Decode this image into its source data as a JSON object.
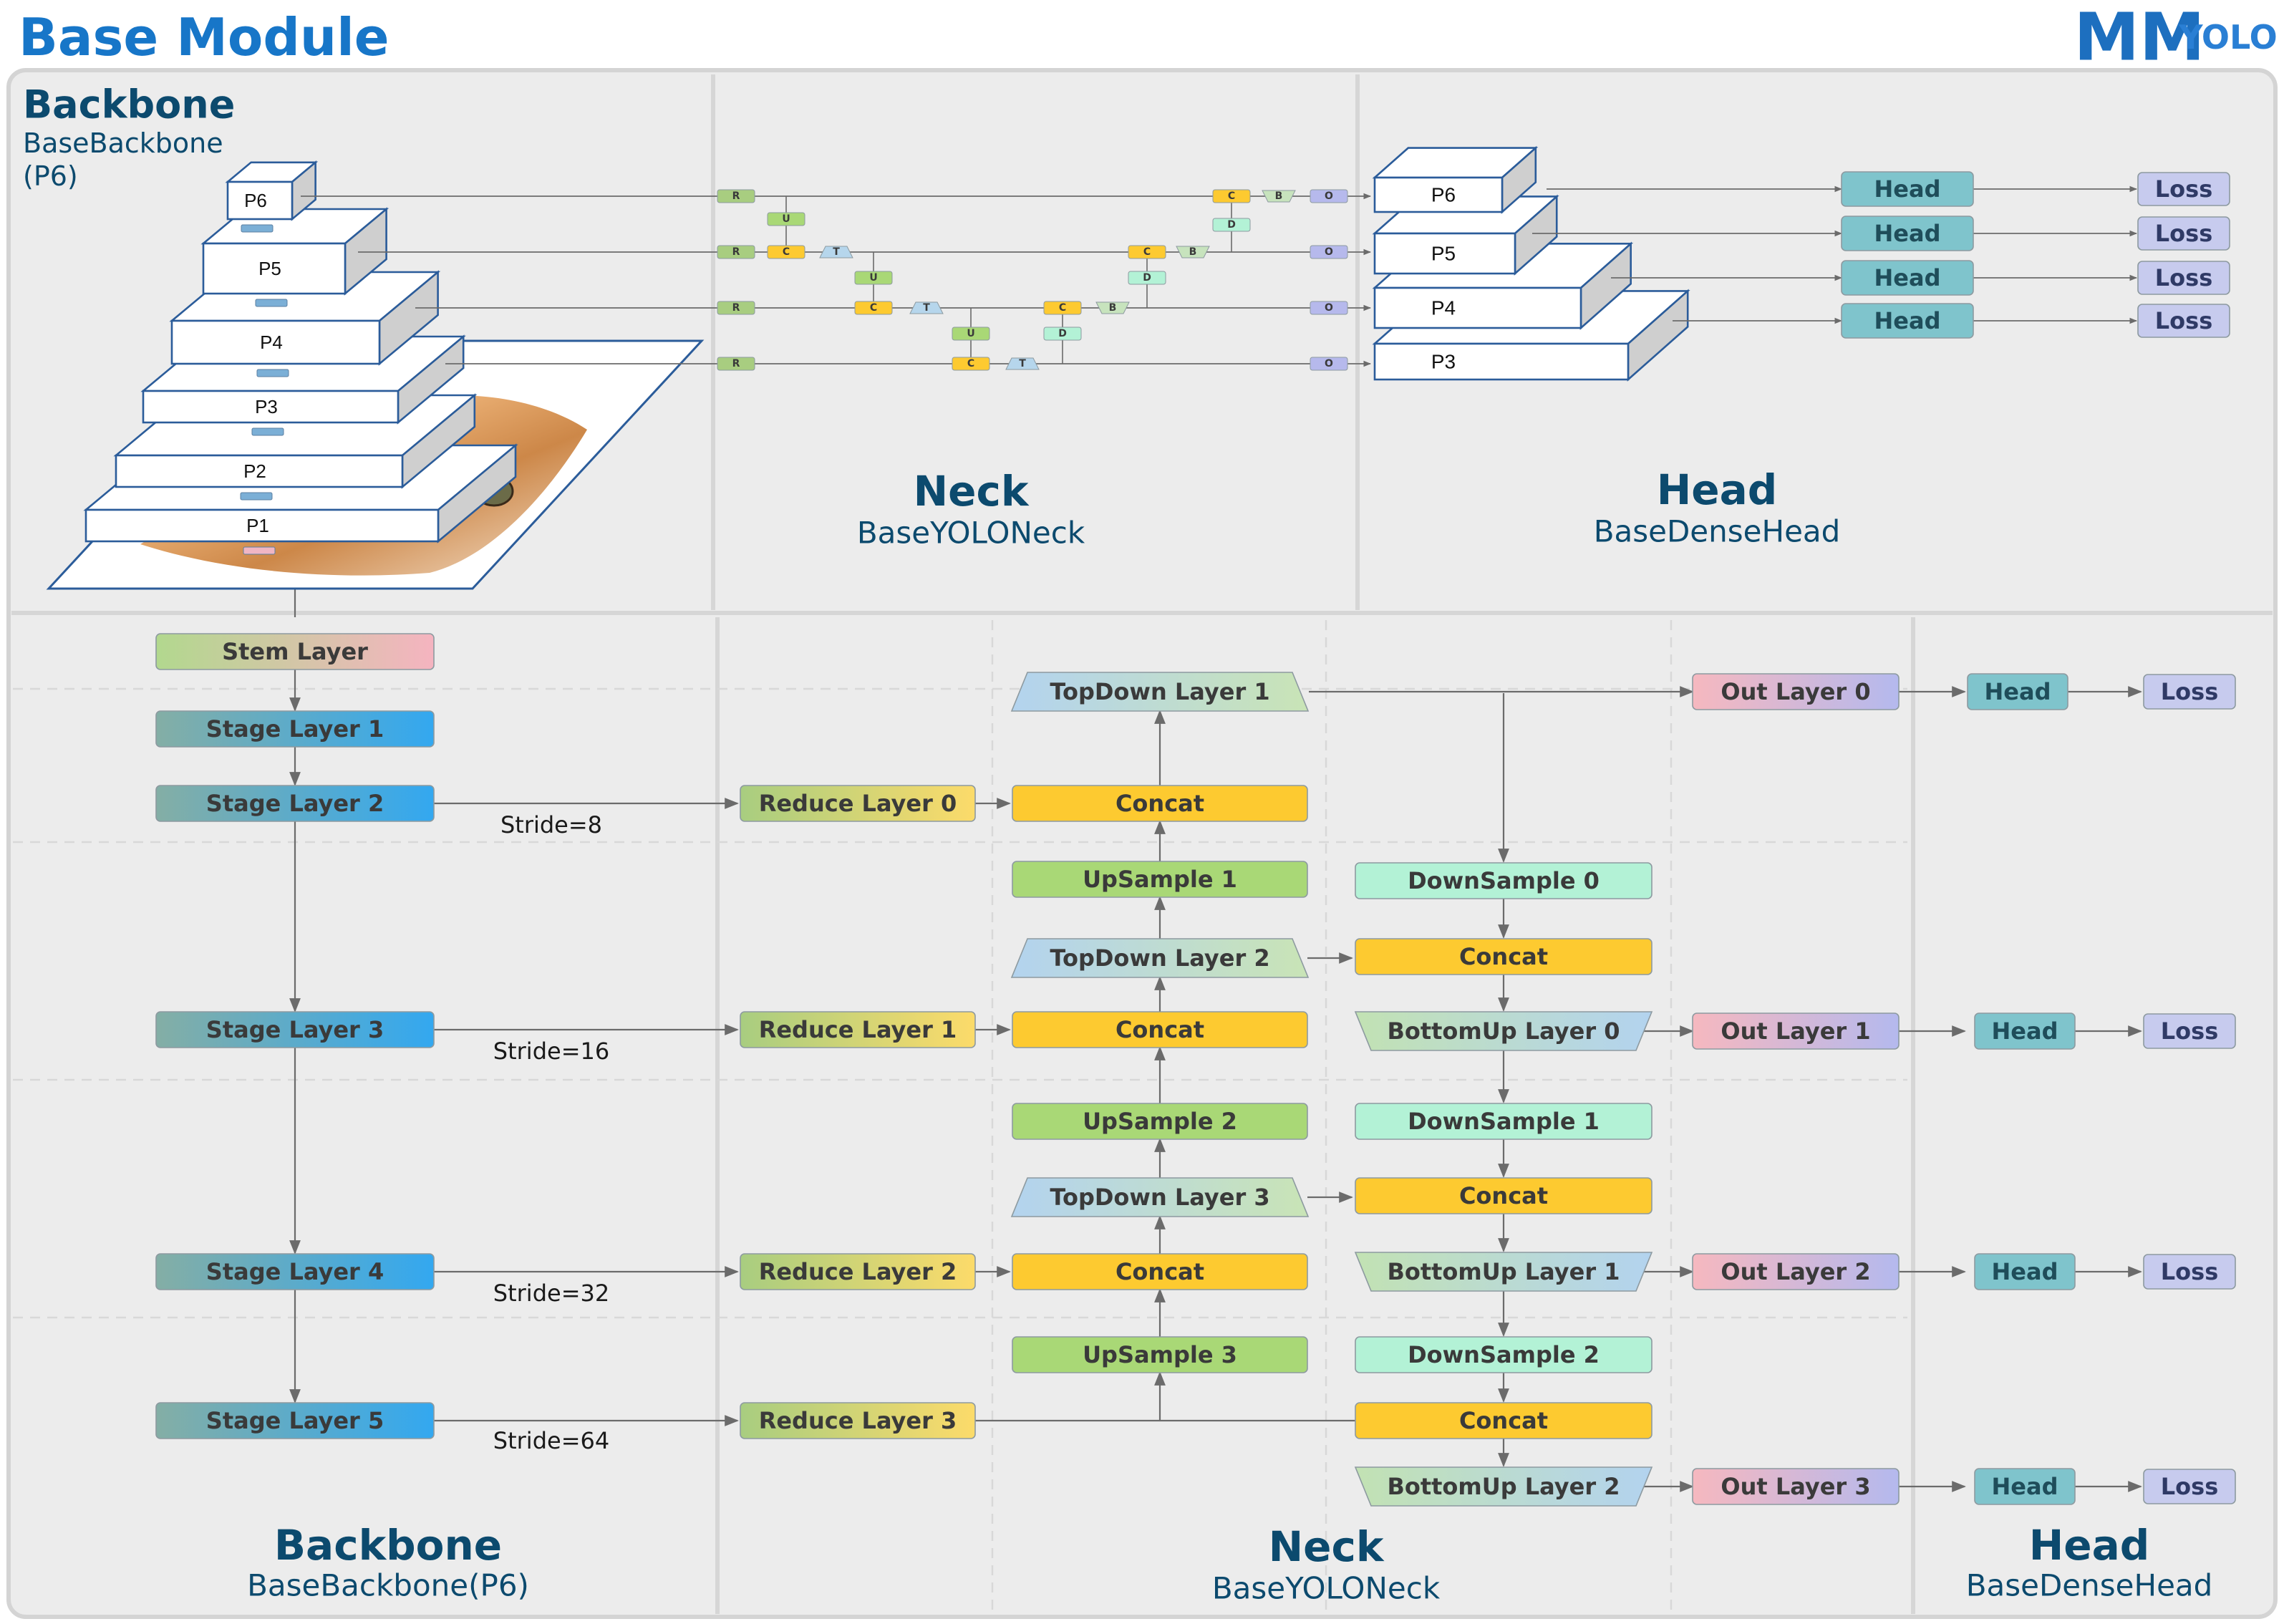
{
  "page_title": "Base Module",
  "logo": {
    "mark": "MM",
    "text": "YOLO",
    "colors": {
      "m1": "#1d6fbf",
      "m2": "#2aa0e6",
      "text": "#2a7fd4"
    }
  },
  "colors": {
    "title_blue": "#1776c8",
    "heading_navy": "#0c4a6e",
    "subheading_navy": "#0c4a6e",
    "panel_bg": "#ececec",
    "panel_border": "#d6d6d6",
    "line": "#6b6b6b",
    "head_teal": "#7fc4cc",
    "loss_lavender": "#c7cbee",
    "concat_yellow": "#fdca30",
    "upsample_green": "#a9d876",
    "downsample_mint": "#b3f2d6",
    "topdown_blue": "#b6d6ec",
    "topdown_green": "#c7e3bd",
    "out_pink": "#f5b8c0",
    "out_lavender": "#b6b9ec",
    "stage_teal": "#7fb0aa",
    "stage_blue": "#36a8ee",
    "stem_green": "#b2d88e",
    "stem_pink": "#f5b4c0",
    "reduce_green": "#a8cd80",
    "reduce_yellow": "#fcdb6a"
  },
  "top": {
    "backbone": {
      "title": "Backbone",
      "subtitle": "BaseBackbone\n(P6)",
      "subtitle_lines": [
        "BaseBackbone",
        "(P6)"
      ],
      "pyramid_levels": [
        "P6",
        "P5",
        "P4",
        "P3",
        "P2",
        "P1"
      ]
    },
    "neck": {
      "title": "Neck",
      "subtitle": "BaseYOLONeck",
      "mini_labels": {
        "reduce": "R",
        "upsample": "U",
        "concat": "C",
        "topdown": "T",
        "downsample": "D",
        "bottomup": "B",
        "out": "O"
      }
    },
    "head": {
      "title": "Head",
      "subtitle": "BaseDenseHead",
      "levels": [
        "P6",
        "P5",
        "P4",
        "P3"
      ],
      "head_labels": [
        "Head",
        "Head",
        "Head",
        "Head"
      ],
      "loss_labels": [
        "Loss",
        "Loss",
        "Loss",
        "Loss"
      ]
    }
  },
  "bottom": {
    "backbone": {
      "title": "Backbone",
      "subtitle": "BaseBackbone(P6)",
      "stem": "Stem Layer",
      "stages": [
        "Stage Layer 1",
        "Stage Layer 2",
        "Stage Layer 3",
        "Stage Layer 4",
        "Stage Layer 5"
      ],
      "strides": [
        "Stride=8",
        "Stride=16",
        "Stride=32",
        "Stride=64"
      ]
    },
    "neck": {
      "title": "Neck",
      "subtitle": "BaseYOLONeck",
      "reduce": [
        "Reduce Layer 0",
        "Reduce Layer 1",
        "Reduce Layer 2",
        "Reduce Layer 3"
      ],
      "topdown": [
        "TopDown Layer 1",
        "TopDown Layer 2",
        "TopDown Layer 3"
      ],
      "upsample": [
        "UpSample 1",
        "UpSample 2",
        "UpSample 3"
      ],
      "concat_label": "Concat",
      "downsample": [
        "DownSample 0",
        "DownSample 1",
        "DownSample 2"
      ],
      "bottomup": [
        "BottomUp Layer 0",
        "BottomUp Layer 1",
        "BottomUp Layer 2"
      ],
      "out": [
        "Out Layer 0",
        "Out Layer 1",
        "Out Layer 2",
        "Out Layer 3"
      ]
    },
    "head": {
      "title": "Head",
      "subtitle": "BaseDenseHead",
      "head_labels": [
        "Head",
        "Head",
        "Head",
        "Head"
      ],
      "loss_labels": [
        "Loss",
        "Loss",
        "Loss",
        "Loss"
      ]
    }
  }
}
